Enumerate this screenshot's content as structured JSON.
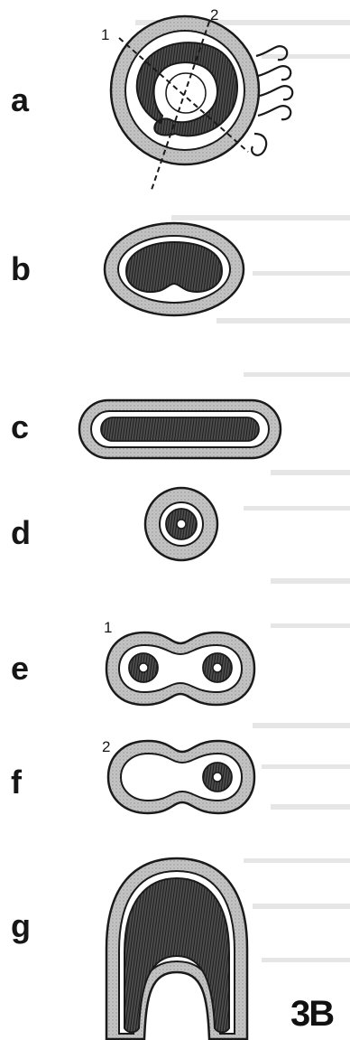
{
  "rows": [
    {
      "label": "a"
    },
    {
      "label": "b"
    },
    {
      "label": "c"
    },
    {
      "label": "d"
    },
    {
      "label": "e"
    },
    {
      "label": "f"
    },
    {
      "label": "g"
    }
  ],
  "section_lines": {
    "line_1": "1",
    "line_2": "2"
  },
  "row_e_number": "1",
  "row_f_number": "2",
  "figure_code": "3B",
  "colors": {
    "wall": "#bdbdbd",
    "lumen": "#ffffff",
    "tissue": "#5a5a5a",
    "outline": "#1a1a1a",
    "background": "#ffffff"
  }
}
